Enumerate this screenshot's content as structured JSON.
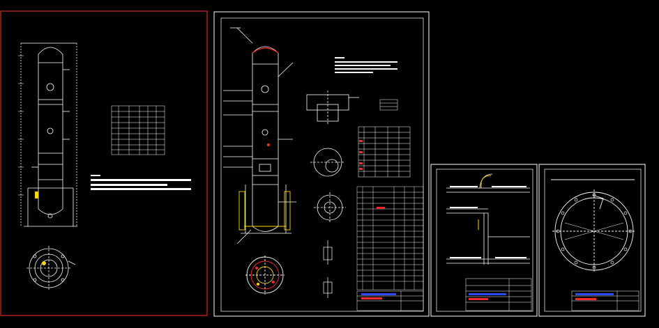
{
  "canvas": {
    "background": "#000000",
    "line_color": "#ffffff",
    "accent_red": "#ff2a2a",
    "accent_yellow": "#ffd800",
    "accent_cyan": "#36d0ff",
    "accent_blue": "#2a4bff"
  },
  "sheets": [
    {
      "id": "sheet-1",
      "border_color": "#ff3030"
    },
    {
      "id": "sheet-2",
      "border_color": "#ffffff"
    },
    {
      "id": "sheet-3",
      "border_color": "#ffffff"
    },
    {
      "id": "sheet-4",
      "border_color": "#ffffff"
    }
  ]
}
